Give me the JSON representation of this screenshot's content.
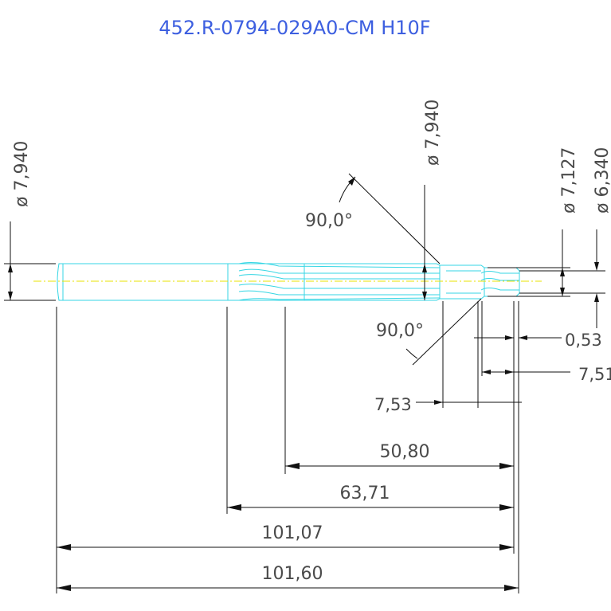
{
  "title": "452.R-0794-029A0-CM H10F",
  "dimensions": {
    "dia_shank": "ø 7,940",
    "dia_body": "ø 7,940",
    "dia_tip_outer": "ø 7,127",
    "dia_tip_inner": "ø 6,340",
    "angle_upper": "90,0°",
    "angle_lower": "90,0°",
    "len_0_53": "0,53",
    "len_7_51": "7,51",
    "len_7_53": "7,53",
    "len_50_80": "50,80",
    "len_63_71": "63,71",
    "len_101_07": "101,07",
    "len_101_60": "101,60"
  },
  "colors": {
    "title": "#3d5fe0",
    "outline": "#35d6e4",
    "dimension": "#111111",
    "centerline": "#e9e300"
  }
}
